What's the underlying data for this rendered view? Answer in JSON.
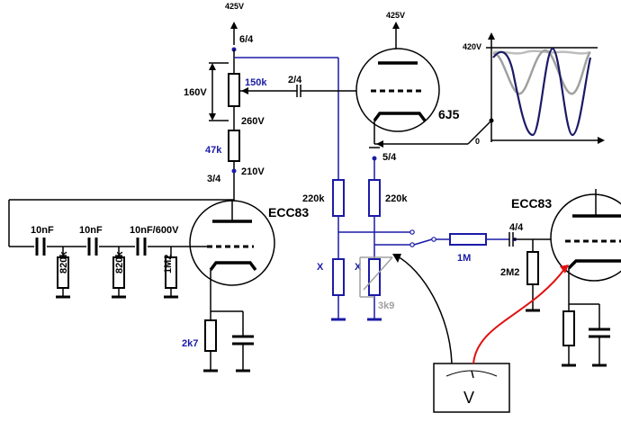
{
  "supply": {
    "v425_left": "425V",
    "v425_right": "425V",
    "v420": "420V",
    "zero": "0"
  },
  "pins": {
    "p6_4": "6/4",
    "p2_4": "2/4",
    "p3_4": "3/4",
    "p5_4": "5/4",
    "p4_4": "4/4"
  },
  "voltages": {
    "v160": "160V",
    "v260": "260V",
    "v210": "210V"
  },
  "resistors": {
    "r150k": "150k",
    "r47k": "47k",
    "r220k_a": "220k",
    "r220k_b": "220k",
    "x_a": "X",
    "x_b": "X",
    "r3k9": "3k9",
    "r1m": "1M",
    "r820k_a": "820k",
    "r820k_b": "820k",
    "r1m2": "1M2",
    "r2k7": "2k7",
    "r2m2": "2M2"
  },
  "capacitors": {
    "c10nf_a": "10nF",
    "c10nf_b": "10nF",
    "c10nf_600": "10nF/600V"
  },
  "tubes": {
    "ecc83_left": "ECC83",
    "ecc83_right": "ECC83",
    "indicator": "6J5"
  },
  "meter": {
    "label": "V"
  },
  "colors": {
    "wire": "#000000",
    "blue": "#1a1aa6",
    "gray": "#a0a0a0",
    "red": "#e01010"
  }
}
